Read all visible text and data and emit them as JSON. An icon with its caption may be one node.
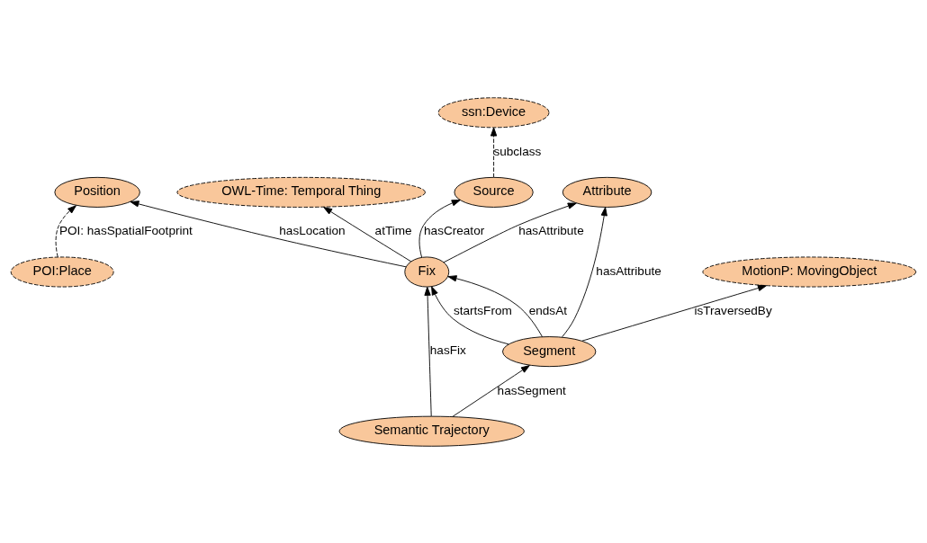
{
  "diagram": {
    "nodes": [
      {
        "text": [
          "ssn:Device"
        ]
      },
      {
        "text": [
          "OWL-Time: Temporal Thing"
        ]
      },
      {
        "text": [
          "POI:Place"
        ]
      },
      {
        "text": [
          "Source"
        ]
      },
      {
        "text": [
          "Fix"
        ]
      },
      {
        "text": [
          "Position"
        ]
      },
      {
        "text": [
          "Semantic Trajectory"
        ]
      },
      {
        "text": [
          "Attribute"
        ]
      },
      {
        "text": [
          "Segment"
        ]
      },
      {
        "text": [
          "MotionP: MovingObject"
        ]
      }
    ],
    "edges": [
      {
        "from": 3,
        "to": 0,
        "arrow": "to",
        "label": "subclass",
        "style": "dashed"
      },
      {
        "from": 4,
        "to": 1,
        "arrow": "to",
        "label": "atTime"
      },
      {
        "from": 2,
        "to": 5,
        "arrow": "to",
        "label": "POI: hasSpatialFootprint",
        "style": "dashed"
      },
      {
        "from": 4,
        "to": 3,
        "arrow": "to",
        "label": "hasCreator"
      },
      {
        "from": 4,
        "to": 5,
        "arrow": "to",
        "label": "hasLocation"
      },
      {
        "from": 6,
        "to": 4,
        "arrow": "to",
        "label": "hasFix"
      },
      {
        "from": 4,
        "to": 7,
        "arrow": "to",
        "label": "hasAttribute"
      },
      {
        "from": 6,
        "to": 8,
        "arrow": "to",
        "label": "hasSegment"
      },
      {
        "from": 8,
        "to": 4,
        "arrow": "to",
        "label": "startsFrom"
      },
      {
        "from": 8,
        "to": 4,
        "arrow": "to",
        "label": "endsAt"
      },
      {
        "from": 8,
        "to": 7,
        "arrow": "to",
        "label": "hasAttribute"
      },
      {
        "from": 8,
        "to": 9,
        "arrow": "to",
        "label": "isTraversedBy"
      }
    ]
  }
}
